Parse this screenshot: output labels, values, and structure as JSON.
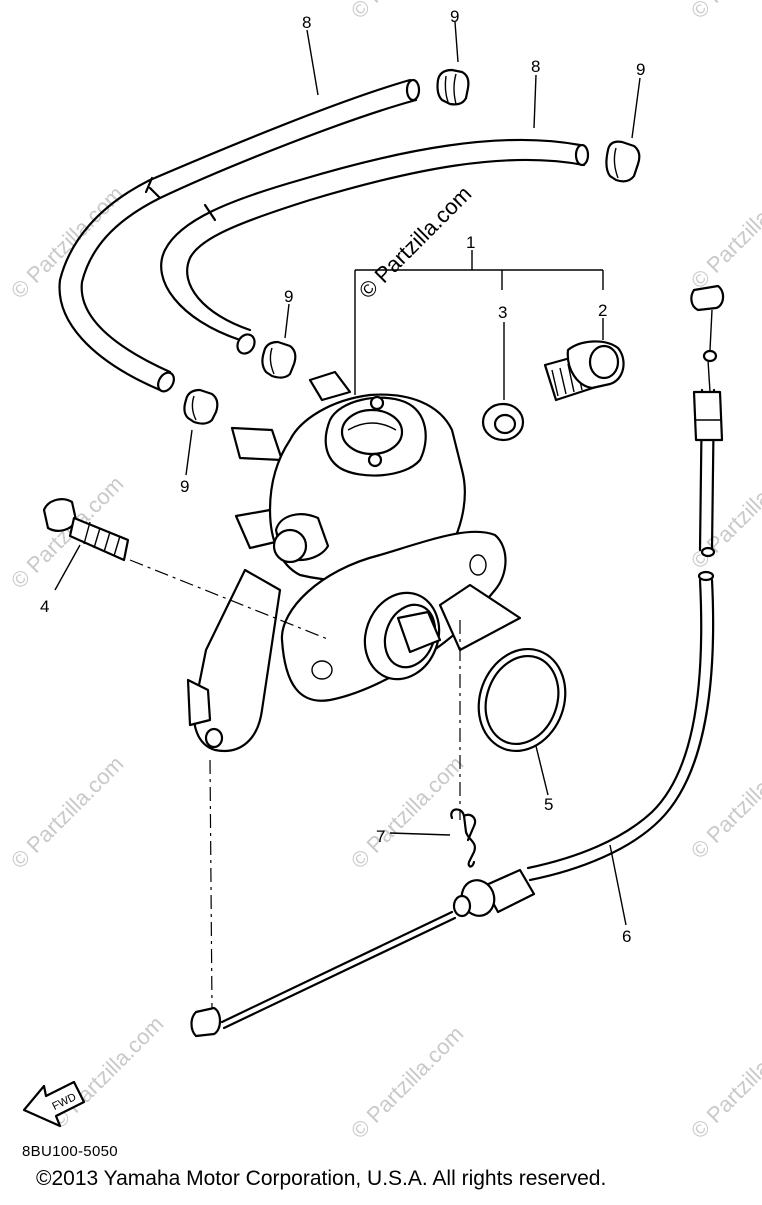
{
  "diagram": {
    "callouts": {
      "c1": "1",
      "c2": "2",
      "c3": "3",
      "c4": "4",
      "c5": "5",
      "c6": "6",
      "c7": "7",
      "c8a": "8",
      "c8b": "8",
      "c9a": "9",
      "c9b": "9",
      "c9c": "9",
      "c9d": "9"
    },
    "watermark_main": "© Partzilla.com",
    "watermark_faint": "© Partzilla.com",
    "fwd_label": "FWD",
    "part_code": "8BU100-5050",
    "copyright": "©2013  Yamaha Motor Corporation, U.S.A. All rights reserved."
  }
}
